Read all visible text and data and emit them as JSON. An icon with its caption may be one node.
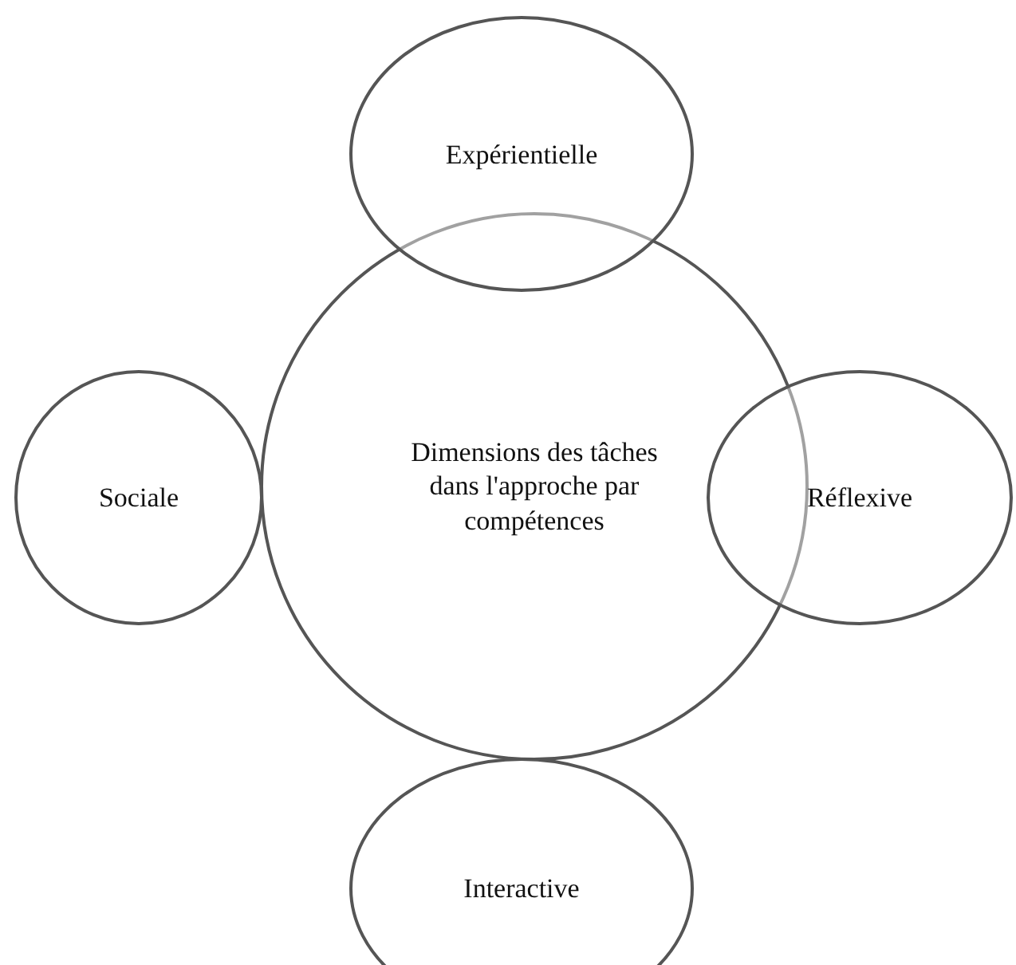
{
  "diagram": {
    "nodes": [
      {
        "text": [
          "Dimensions des tâches dans l'approche par compétences"
        ]
      },
      {
        "text": [
          "Expérientielle"
        ]
      },
      {
        "text": [
          "Sociale"
        ]
      },
      {
        "text": [
          "Réflexive"
        ]
      },
      {
        "text": [
          "Interactive"
        ]
      }
    ]
  }
}
